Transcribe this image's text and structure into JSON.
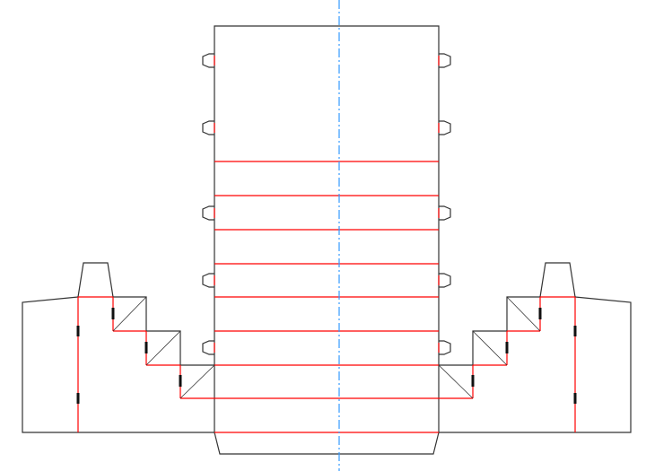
{
  "colors": {
    "cut_line": "#333333",
    "fold_line": "#ff0000",
    "center_axis": "#3399ff",
    "background": "#ffffff"
  },
  "line_types": [
    "cut",
    "fold",
    "center-axis"
  ]
}
